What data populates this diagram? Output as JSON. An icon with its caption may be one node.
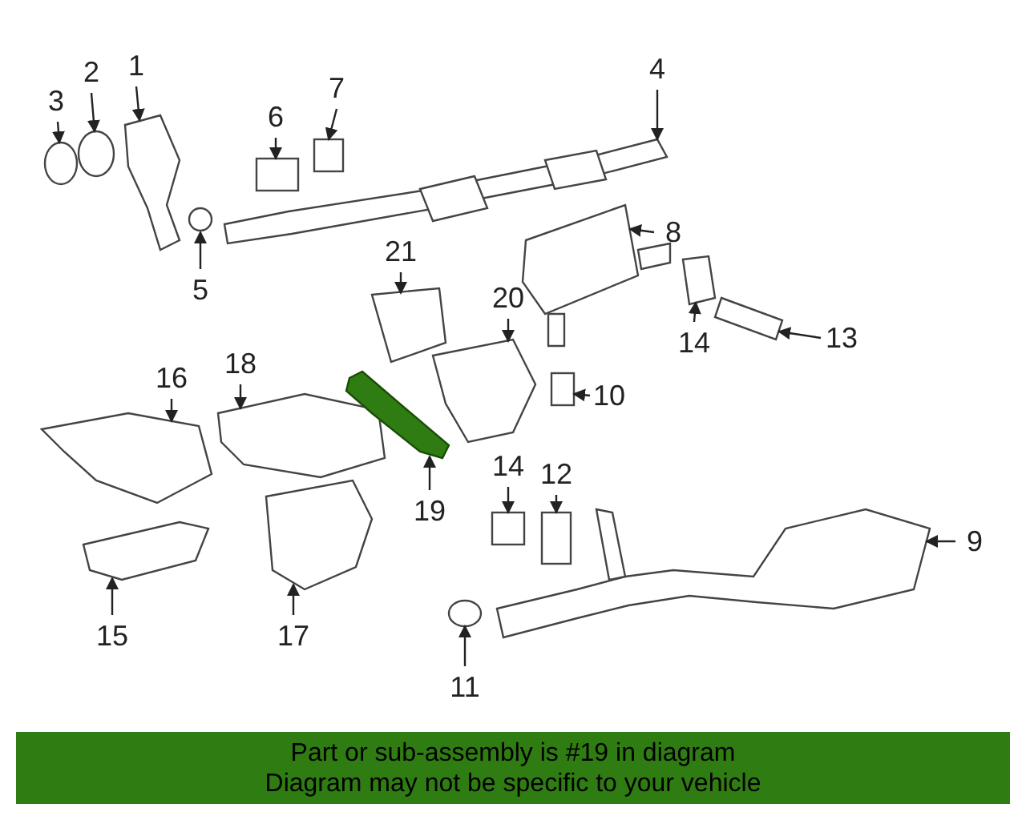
{
  "diagram": {
    "nodes": [
      {
        "text": [
          "1"
        ]
      },
      {
        "text": [
          "2"
        ]
      },
      {
        "text": [
          "3"
        ]
      },
      {
        "text": [
          "4"
        ]
      },
      {
        "text": [
          "5"
        ]
      },
      {
        "text": [
          "6"
        ]
      },
      {
        "text": [
          "7"
        ]
      },
      {
        "text": [
          "8"
        ]
      },
      {
        "text": [
          "9"
        ]
      },
      {
        "text": [
          "10"
        ]
      },
      {
        "text": [
          "11"
        ]
      },
      {
        "text": [
          "12"
        ]
      },
      {
        "text": [
          "13"
        ]
      },
      {
        "text": [
          "14"
        ]
      },
      {
        "text": [
          "14"
        ]
      },
      {
        "text": [
          "15"
        ]
      },
      {
        "text": [
          "16"
        ]
      },
      {
        "text": [
          "17"
        ]
      },
      {
        "text": [
          "18"
        ]
      },
      {
        "text": [
          "19"
        ]
      },
      {
        "text": [
          "20"
        ]
      },
      {
        "text": [
          "21"
        ]
      },
      {
        "text": [
          "Part or sub-assembly is #19 in diagram",
          "Diagram may not be specific to your vehicle"
        ]
      },
      {
        "text": [],
        "shape": "picture"
      },
      {
        "text": [],
        "shape": "circle"
      },
      {
        "text": [],
        "shape": "circle"
      },
      {
        "text": [],
        "shape": "picture"
      },
      {
        "text": [],
        "shape": "circle"
      },
      {
        "text": [],
        "shape": "box"
      },
      {
        "text": [],
        "shape": "box"
      },
      {
        "text": [],
        "shape": "picture"
      },
      {
        "text": [],
        "shape": "picture"
      },
      {
        "text": [],
        "shape": "box"
      },
      {
        "text": [],
        "shape": "circle"
      },
      {
        "text": [],
        "shape": "box"
      },
      {
        "text": [],
        "shape": "picture"
      },
      {
        "text": [],
        "shape": "picture"
      },
      {
        "text": [],
        "shape": "box"
      },
      {
        "text": [],
        "shape": "picture"
      },
      {
        "text": [],
        "shape": "picture"
      },
      {
        "text": [],
        "shape": "picture"
      },
      {
        "text": [],
        "shape": "picture"
      },
      {
        "text": [],
        "shape": "picture"
      },
      {
        "text": [],
        "shape": "picture"
      },
      {
        "text": [],
        "shape": "picture"
      }
    ],
    "edges": [
      {
        "from": 0,
        "to": 23,
        "arrow": "to"
      },
      {
        "from": 1,
        "to": 24,
        "arrow": "to"
      },
      {
        "from": 2,
        "to": 25,
        "arrow": "to"
      },
      {
        "from": 3,
        "to": 26,
        "arrow": "to"
      },
      {
        "from": 4,
        "to": 27,
        "arrow": "to"
      },
      {
        "from": 5,
        "to": 28,
        "arrow": "to"
      },
      {
        "from": 6,
        "to": 29,
        "arrow": "to"
      },
      {
        "from": 7,
        "to": 30,
        "arrow": "to"
      },
      {
        "from": 8,
        "to": 31,
        "arrow": "to"
      },
      {
        "from": 9,
        "to": 32,
        "arrow": "to"
      },
      {
        "from": 10,
        "to": 33,
        "arrow": "to"
      },
      {
        "from": 11,
        "to": 34,
        "arrow": "to"
      },
      {
        "from": 12,
        "to": 35,
        "arrow": "to"
      },
      {
        "from": 13,
        "to": 36,
        "arrow": "to"
      },
      {
        "from": 14,
        "to": 37,
        "arrow": "to"
      },
      {
        "from": 15,
        "to": 38,
        "arrow": "to"
      },
      {
        "from": 16,
        "to": 39,
        "arrow": "to"
      },
      {
        "from": 17,
        "to": 40,
        "arrow": "to"
      },
      {
        "from": 18,
        "to": 41,
        "arrow": "to"
      },
      {
        "from": 19,
        "to": 42,
        "arrow": "to"
      },
      {
        "from": 20,
        "to": 43,
        "arrow": "to"
      },
      {
        "from": 21,
        "to": 44,
        "arrow": "to"
      }
    ]
  }
}
